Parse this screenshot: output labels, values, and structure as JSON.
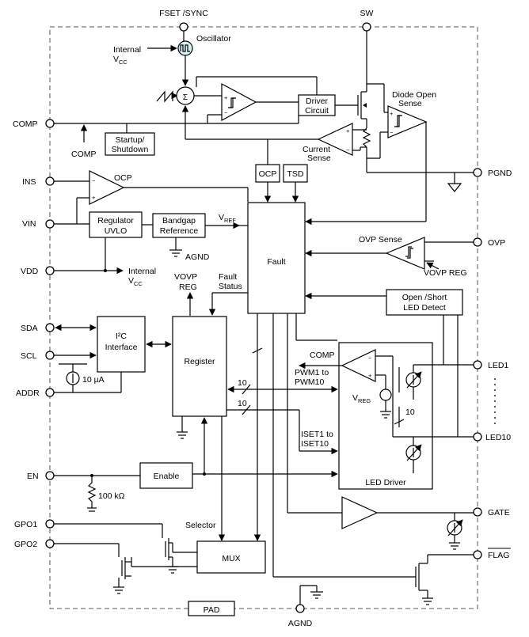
{
  "pins": {
    "fset": "FSET /SYNC",
    "sw": "SW",
    "comp": "COMP",
    "ins": "INS",
    "vin": "VIN",
    "vdd": "VDD",
    "sda": "SDA",
    "scl": "SCL",
    "addr": "ADDR",
    "en": "EN",
    "gpo1": "GPO1",
    "gpo2": "GPO2",
    "pgnd": "PGND",
    "ovp": "OVP",
    "led1": "LED1",
    "led10": "LED10",
    "gate": "GATE",
    "flag": "FLAG",
    "agnd": "AGND"
  },
  "blocks": {
    "oscillator": "Oscillator",
    "driver_l1": "Driver",
    "driver_l2": "Circuit",
    "startup_l1": "Startup/",
    "startup_l2": "Shutdown",
    "regulator_l1": "Regulator",
    "regulator_l2": "UVLO",
    "bandgap_l1": "Bandgap",
    "bandgap_l2": "Reference",
    "ocp": "OCP",
    "tsd": "TSD",
    "fault": "Fault",
    "i2c_l1": "I²C",
    "i2c_l2": "Interface",
    "register": "Register",
    "openshort_l1": "Open /Short",
    "openshort_l2": "LED Detect",
    "led_driver": "LED Driver",
    "enable": "Enable",
    "mux": "MUX",
    "pad": "PAD"
  },
  "labels": {
    "internal": "Internal",
    "vcc": "V",
    "vcc_sub": "CC",
    "comp": "COMP",
    "ocp": "OCP",
    "diode_l1": "Diode Open",
    "diode_l2": "Sense",
    "current_l1": "Current",
    "current_l2": "Sense",
    "vref": "V",
    "vref_sub": "REF",
    "agnd": "AGND",
    "ovp_sense": "OVP Sense",
    "vovp_reg": "VOVP REG",
    "vovp_l1": "VOVP",
    "vovp_l2": "REG",
    "fault_l1": "Fault",
    "fault_l2": "Status",
    "ten_ua": "10 µA",
    "pwm_l1": "PWM1 to",
    "pwm_l2": "PWM10",
    "vreg": "V",
    "vreg_sub": "REG",
    "iset_l1": "ISET1 to",
    "iset_l2": "ISET10",
    "bus_width": "10",
    "resistor": "100 kΩ",
    "selector": "Selector"
  }
}
